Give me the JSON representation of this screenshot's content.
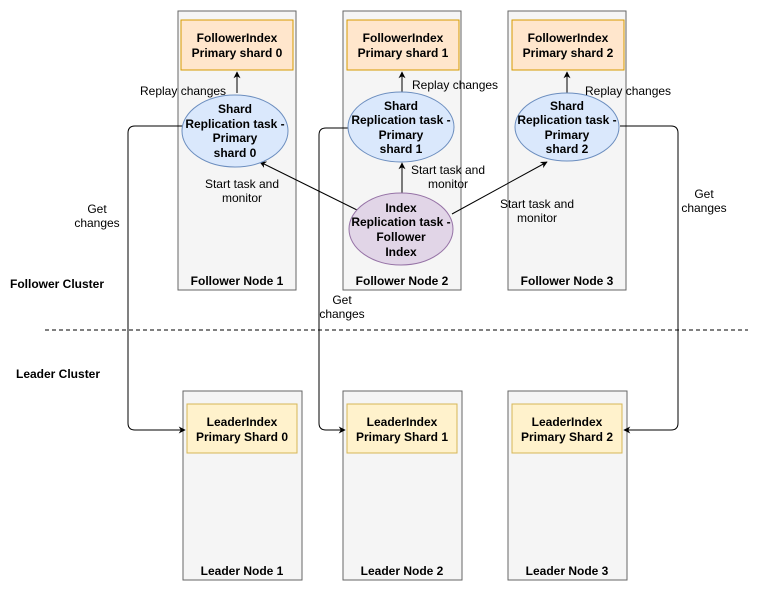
{
  "clusters": {
    "follower": "Follower Cluster",
    "leader": "Leader Cluster"
  },
  "follower_nodes": [
    {
      "label": "Follower Node 1",
      "index_lines": [
        "FollowerIndex",
        "Primary shard 0"
      ],
      "task_lines": [
        "Shard",
        "Replication task -",
        "Primary",
        "shard 0"
      ]
    },
    {
      "label": "Follower Node 2",
      "index_lines": [
        "FollowerIndex",
        "Primary shard 1"
      ],
      "task_lines": [
        "Shard",
        "Replication task -",
        "Primary",
        "shard 1"
      ]
    },
    {
      "label": "Follower Node 3",
      "index_lines": [
        "FollowerIndex",
        "Primary shard 2"
      ],
      "task_lines": [
        "Shard",
        "Replication task -",
        "Primary",
        "shard 2"
      ]
    }
  ],
  "index_task_lines": [
    "Index",
    "Replication task -",
    "Follower",
    "Index"
  ],
  "leader_nodes": [
    {
      "label": "Leader Node 1",
      "index_lines": [
        "LeaderIndex",
        "Primary Shard 0"
      ]
    },
    {
      "label": "Leader Node 2",
      "index_lines": [
        "LeaderIndex",
        "Primary Shard 1"
      ]
    },
    {
      "label": "Leader Node 3",
      "index_lines": [
        "LeaderIndex",
        "Primary Shard 2"
      ]
    }
  ],
  "edge_labels": {
    "replay_1": "Replay changes",
    "replay_2": "Replay changes",
    "replay_3": "Replay changes",
    "start_1": [
      "Start task and",
      "monitor"
    ],
    "start_2": [
      "Start task and",
      "monitor"
    ],
    "start_3": [
      "Start task and",
      "monitor"
    ],
    "get_1": [
      "Get",
      "changes"
    ],
    "get_2": [
      "Get",
      "changes"
    ],
    "get_3": [
      "Get",
      "changes"
    ]
  },
  "colors": {
    "node_fill": "#f5f5f5",
    "node_stroke": "#666666",
    "follower_index_fill": "#ffe6cc",
    "follower_index_stroke": "#d79b00",
    "leader_index_fill": "#fff2cc",
    "leader_index_stroke": "#d6b656",
    "shard_task_fill": "#dae8fc",
    "shard_task_stroke": "#6c8ebf",
    "index_task_fill": "#e1d5e7",
    "index_task_stroke": "#9673a6",
    "line": "#000000"
  }
}
